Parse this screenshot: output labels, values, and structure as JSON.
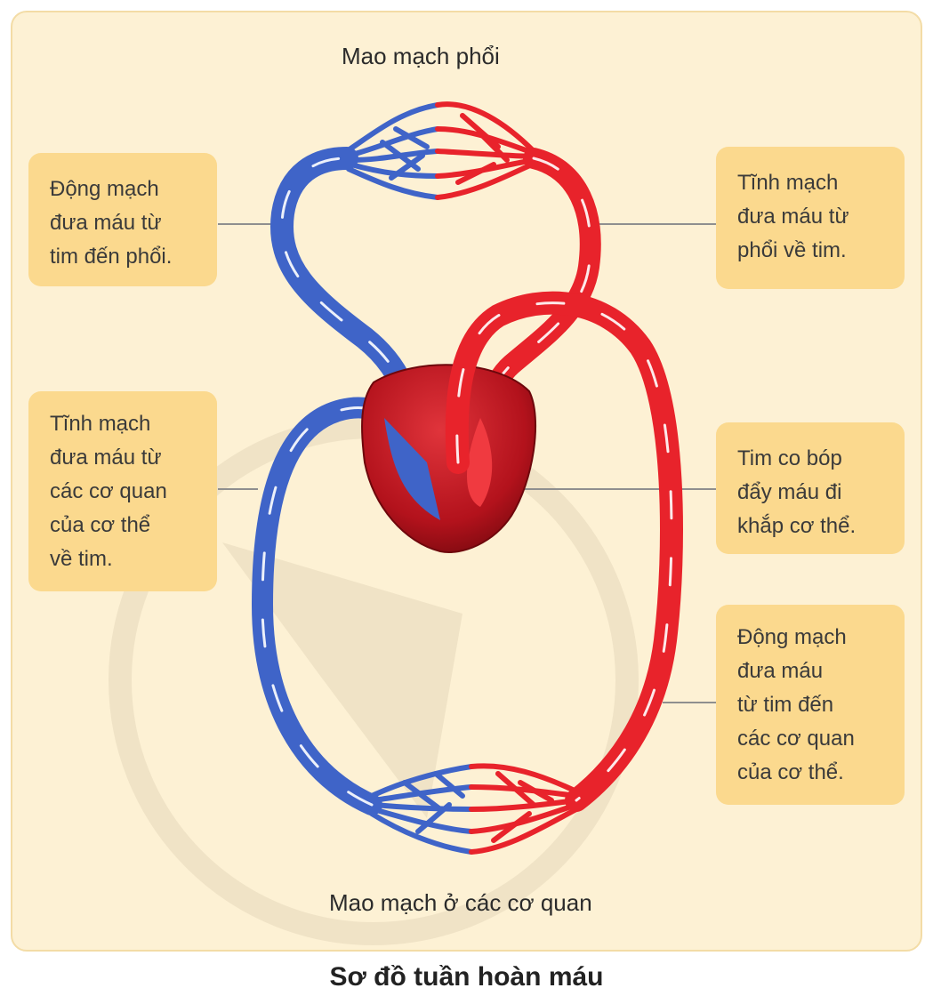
{
  "diagram": {
    "top_label": "Mao mạch phổi",
    "bottom_label": "Mao mạch ở các cơ quan",
    "callouts": {
      "pulmonary_artery": "Động mạch\nđưa máu từ\ntim đến phổi.",
      "pulmonary_vein": "Tĩnh mạch\nđưa máu từ\nphổi về tim.",
      "systemic_vein": "Tĩnh mạch\nđưa máu từ\ncác cơ quan\ncủa cơ thể\nvề tim.",
      "heart": "Tim co bóp\nđẩy máu đi\nkhắp cơ thể.",
      "systemic_artery": "Động mạch\nđưa máu\ntừ tim đến\ncác cơ quan\ncủa cơ thể."
    },
    "caption": "Sơ đồ tuần hoàn máu"
  },
  "colors": {
    "background": "#fdf1d4",
    "callout_box": "#fbd98e",
    "oxygen_poor_blood": "#3f64c8",
    "oxygen_rich_blood": "#e8232b",
    "heart": "#b3121c"
  }
}
